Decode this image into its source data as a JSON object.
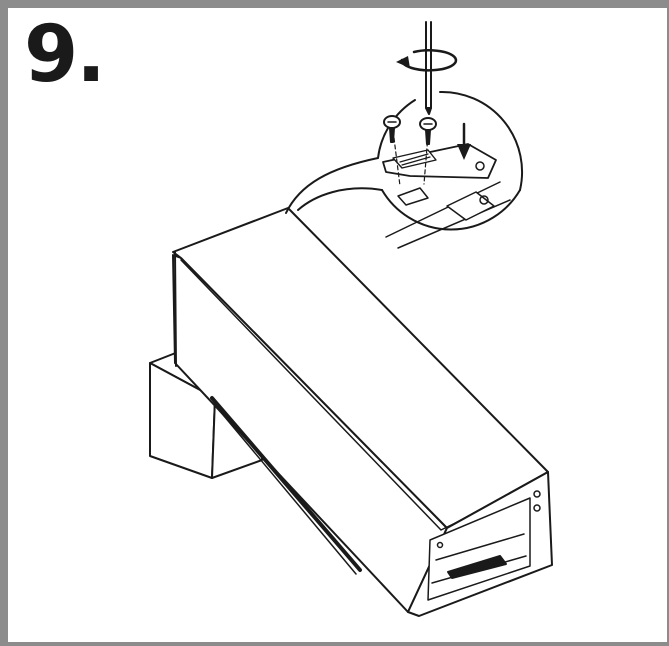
{
  "step": {
    "number_label": "9."
  },
  "illustration": {
    "subject": "printer-or-appliance-isometric",
    "detail_callout": "screw-fastening-bracket",
    "icons": [
      "screwdriver-icon",
      "rotate-arrow-icon",
      "screw-icon",
      "down-arrow-icon"
    ]
  },
  "colors": {
    "frame": "#8c8c8c",
    "line": "#1a1a1a",
    "fill": "#ffffff"
  }
}
